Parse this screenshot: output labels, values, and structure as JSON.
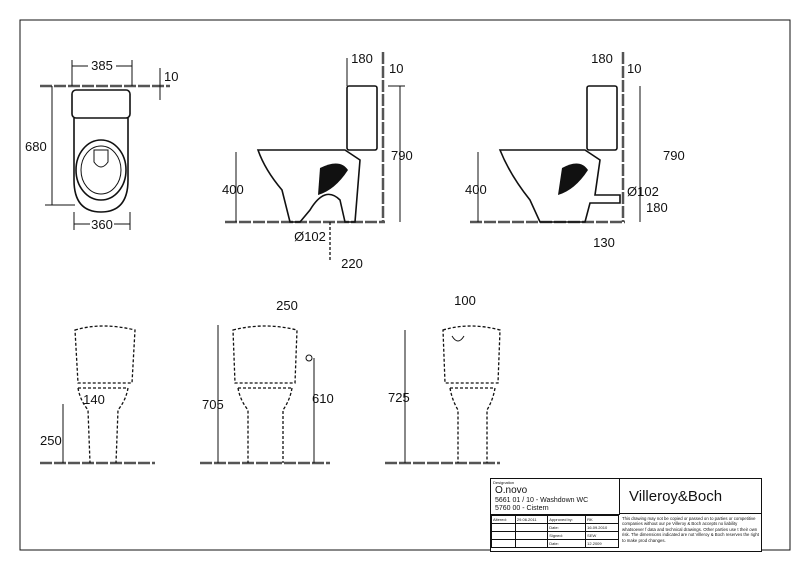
{
  "top_plan": {
    "width_top": "385",
    "wall_gap": "10",
    "depth": "680",
    "width_bottom": "360"
  },
  "side_view_1": {
    "cistern_depth": "180",
    "wall_gap": "10",
    "total_height": "790",
    "seat_height": "400",
    "outlet_diameter": "Ø102",
    "outlet_distance": "220"
  },
  "side_view_2": {
    "cistern_depth": "180",
    "wall_gap": "10",
    "total_height": "790",
    "seat_height": "400",
    "outlet_diameter": "Ø102",
    "outlet_height": "180",
    "outlet_distance": "130"
  },
  "front_view_1": {
    "inlet_offset": "140",
    "inlet_height": "250"
  },
  "front_view_2": {
    "cistern_width": "250",
    "height": "705",
    "supply_height": "610"
  },
  "front_view_3": {
    "offset": "100",
    "height": "725"
  },
  "title_block": {
    "designation_label": "Designation",
    "product": "O.novo",
    "line1": "5661 01 / 10 - Washdown WC",
    "line2": "5760 00 - Cistern",
    "brand": "Villeroy&Boch",
    "rows": [
      [
        "Altered:",
        "29.06.2011",
        "Approved by:",
        "RK"
      ],
      [
        "",
        "",
        "Date:",
        "16.09.2010"
      ],
      [
        "",
        "",
        "Signed:",
        "SEW"
      ],
      [
        "",
        "",
        "Date:",
        "12.2009"
      ]
    ],
    "disclaimer": "This drawing may not be copied or passed on to parties or competitive companies without our pe Villeroy & Boch accepts no liability whatsoever f data and technical drawings. Other parties use t their own risk. The dimensions indicated are not Villeroy & Boch reserves the right to make prod changes."
  }
}
